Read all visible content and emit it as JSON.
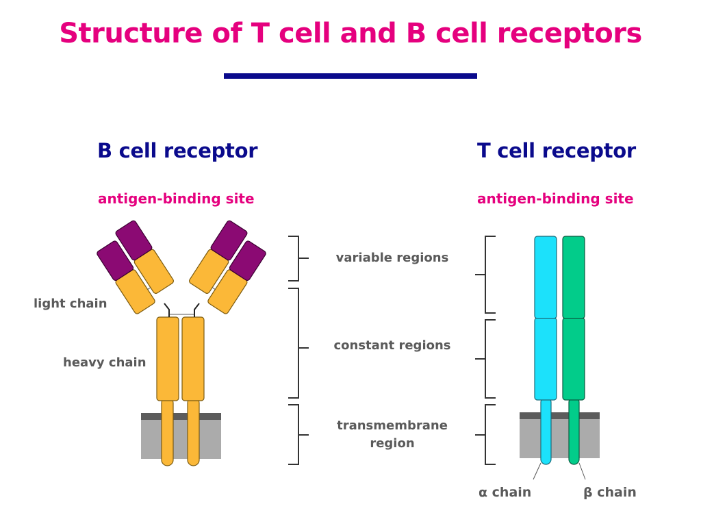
{
  "title": "Structure of T cell and B cell receptors",
  "colors": {
    "title": "#e5007e",
    "heading": "#0a0a8c",
    "subheading": "#e5007e",
    "label": "#5a5a5a",
    "rule": "#0a0a8c",
    "b_cell_constant": "#fbb838",
    "b_cell_variable": "#8b0a73",
    "t_alpha": "#1ce1fb",
    "t_beta": "#02cc8a",
    "membrane": "#ababab",
    "membrane_top": "#5c5c5c",
    "bracket": "#333333"
  },
  "b_cell": {
    "heading": "B cell receptor",
    "binding_site": "antigen-binding site",
    "light_chain_label": "light chain",
    "heavy_chain_label": "heavy chain"
  },
  "t_cell": {
    "heading": "T cell receptor",
    "binding_site": "antigen-binding site",
    "alpha_label": "α chain",
    "beta_label": "β chain"
  },
  "regions": {
    "variable": "variable regions",
    "constant": "constant regions",
    "transmembrane_line1": "transmembrane",
    "transmembrane_line2": "region"
  }
}
